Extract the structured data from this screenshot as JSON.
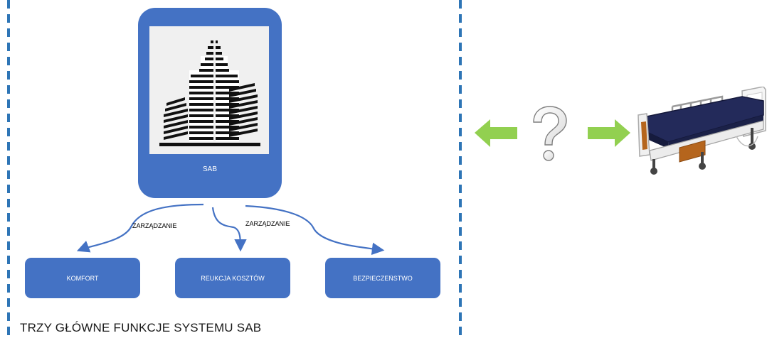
{
  "sab": {
    "label": "SAB"
  },
  "edges": {
    "left_label": "ZARZĄDZANIE",
    "middle_label": "ZARZĄDZANIE"
  },
  "functions": [
    {
      "label": "KOMFORT"
    },
    {
      "label": "REUKCJA KOSZTÓW"
    },
    {
      "label": "BEZPIECZEŃSTWO"
    }
  ],
  "caption": "TRZY GŁÓWNE FUNKCJE SYSTEMU SAB",
  "colors": {
    "box": "#4472c4",
    "dash": "#2e75b6",
    "arrow": "#92d050",
    "text_on_box": "#ffffff"
  }
}
